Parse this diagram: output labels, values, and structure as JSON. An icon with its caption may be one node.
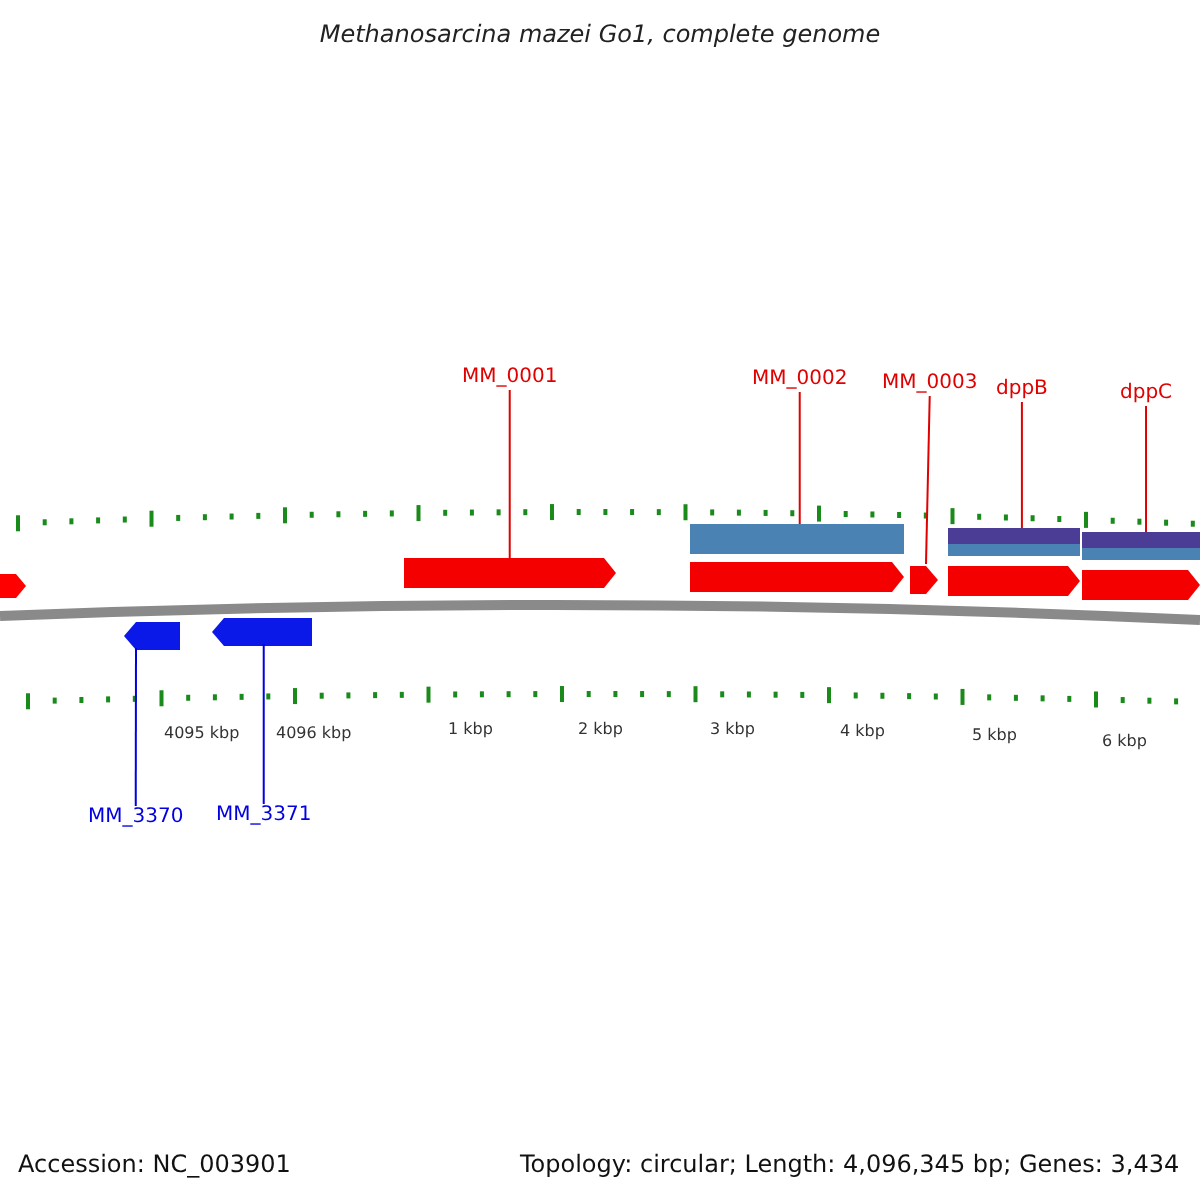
{
  "diagram": {
    "title": "Methanosarcina mazei Go1, complete genome",
    "nodes": [
      {
        "text": [
          "MM_0001"
        ]
      },
      {
        "text": [
          "MM_0002"
        ]
      },
      {
        "text": [
          "MM_0003"
        ]
      },
      {
        "text": [
          "dppB"
        ]
      },
      {
        "text": [
          "dppC"
        ]
      },
      {
        "text": [
          "MM_3370"
        ]
      },
      {
        "text": [
          "MM_3371"
        ]
      },
      {
        "text": [],
        "shape": "arrow"
      },
      {
        "text": [],
        "shape": "arrow"
      },
      {
        "text": [],
        "shape": "arrow"
      },
      {
        "text": [],
        "shape": "arrow"
      },
      {
        "text": [],
        "shape": "arrow"
      },
      {
        "text": [],
        "shape": "arrow"
      },
      {
        "text": [],
        "shape": "arrow"
      }
    ],
    "edges": [
      {
        "from": 0,
        "to": 7,
        "arrow": "none"
      },
      {
        "from": 1,
        "to": 8,
        "arrow": "none"
      },
      {
        "from": 2,
        "to": 9,
        "arrow": "none"
      },
      {
        "from": 3,
        "to": 10,
        "arrow": "none"
      },
      {
        "from": 4,
        "to": 11,
        "arrow": "none"
      },
      {
        "from": 5,
        "to": 12,
        "arrow": "none",
        "color": "#0000e0"
      },
      {
        "from": 6,
        "to": 13,
        "arrow": "none",
        "color": "#0000e0"
      }
    ],
    "labels": [
      "4095 kbp",
      "4096 kbp",
      "1 kbp",
      "2 kbp",
      "3 kbp",
      "4 kbp",
      "5 kbp",
      "6 kbp",
      "Accession: NC_003901",
      "Topology: circular; Length: 4,096,345 bp; Genes: 3,434"
    ]
  }
}
